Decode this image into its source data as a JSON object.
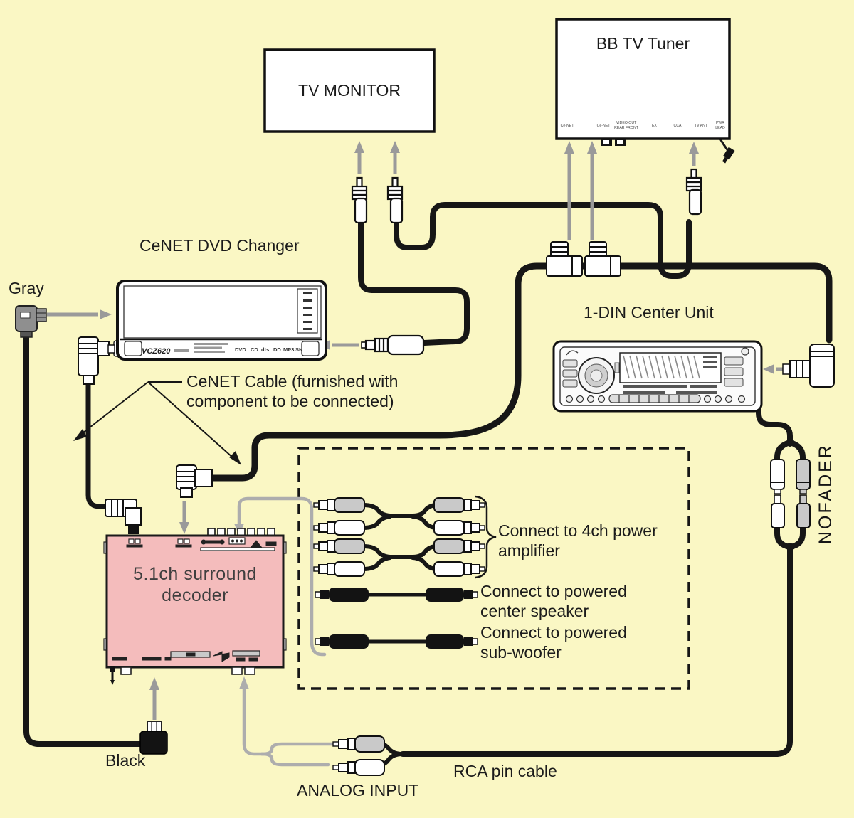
{
  "colors": {
    "background": "#FAF7C4",
    "device_fill": "#FFFFFF",
    "decoder_pink": "#F4BCBC",
    "cable_black": "#161616",
    "arrow_gray": "#9A9A9A",
    "guide_gray": "#ADADAD",
    "connector_gray": "#C9C9C9"
  },
  "devices": {
    "tv_monitor": {
      "label": "TV MONITOR"
    },
    "bb_tv_tuner": {
      "label": "BB TV Tuner",
      "port_labels": [
        "Ce-NET",
        "Ce-NET",
        "VIDEO OUT",
        "REAR FRONT",
        "EXT",
        "CCA",
        "TV ANT",
        "PWR",
        "LEAD"
      ]
    },
    "dvd_changer": {
      "label": "CeNET DVD Changer",
      "model": "VCZ620",
      "logo_marks": [
        "DVD",
        "CD",
        "dts",
        "DD",
        "MP3",
        "SN"
      ]
    },
    "center_unit": {
      "label": "1-DIN Center Unit"
    },
    "decoder": {
      "line1": "5.1ch surround",
      "line2": "decoder"
    }
  },
  "annotations": {
    "gray_plug": "Gray",
    "black_plug": "Black",
    "cenet_cable_line1": "CeNET Cable (furnished with",
    "cenet_cable_line2": "component to be connected)",
    "connect_amp_line1": "Connect to 4ch power",
    "connect_amp_line2": "amplifier",
    "connect_center_line1": "Connect to powered",
    "connect_center_line2": "center speaker",
    "connect_sub_line1": "Connect to powered",
    "connect_sub_line2": "sub-woofer",
    "nofader": "NOFADER",
    "rca_pin_cable": "RCA pin cable",
    "analog_input": "ANALOG INPUT"
  }
}
